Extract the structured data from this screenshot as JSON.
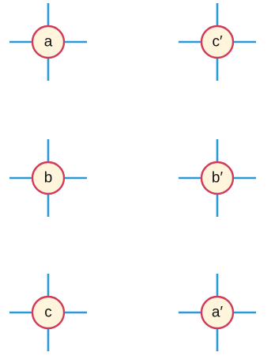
{
  "colors": {
    "line": "#2a9ad6",
    "ring": "#d23a5a",
    "fill": "#fff4dc",
    "text": "#111111"
  },
  "nodes": [
    {
      "label": "a",
      "icon": "coil-cross-icon"
    },
    {
      "label": "c′",
      "icon": "coil-cross-icon"
    },
    {
      "label": "b",
      "icon": "coil-cross-icon"
    },
    {
      "label": "b′",
      "icon": "coil-cross-icon"
    },
    {
      "label": "c",
      "icon": "coil-cross-icon"
    },
    {
      "label": "a′",
      "icon": "coil-cross-icon"
    }
  ]
}
